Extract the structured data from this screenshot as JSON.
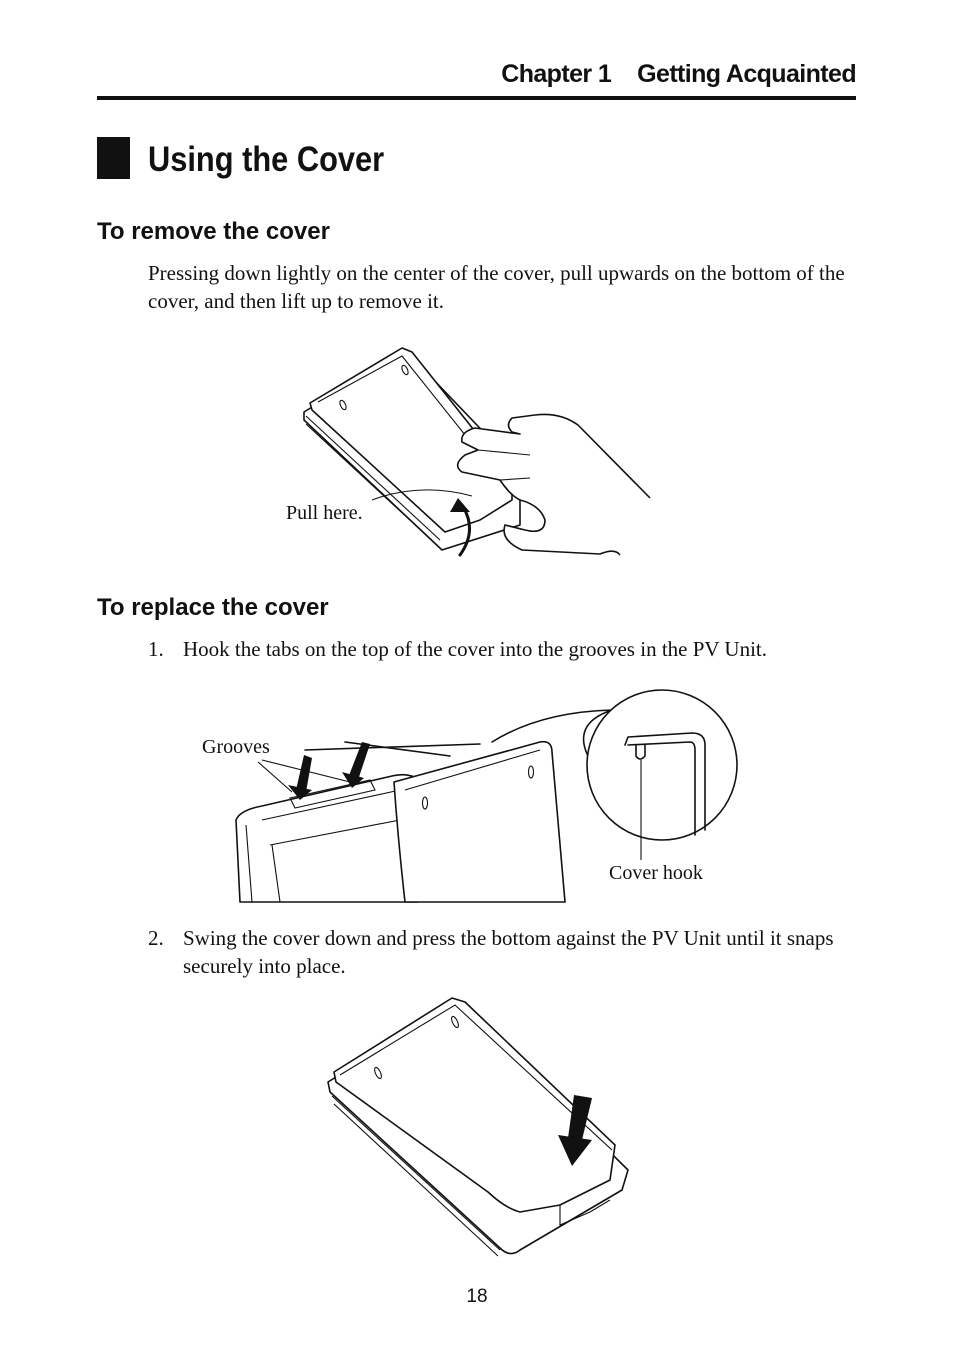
{
  "header": {
    "chapter_label": "Chapter 1",
    "chapter_title": "Getting Acquainted"
  },
  "section": {
    "title": "Using the Cover"
  },
  "remove": {
    "heading": "To remove the cover",
    "instruction": "Pressing down lightly on the center of the cover, pull upwards on the bottom of the cover, and then lift up to remove it.",
    "figure_label": "Pull here."
  },
  "replace": {
    "heading": "To replace the cover",
    "steps": [
      {
        "number": "1.",
        "text": "Hook the tabs on the top of the cover into the grooves in the PV Unit."
      },
      {
        "number": "2.",
        "text": "Swing the cover down and press the bottom against the PV Unit until it snaps securely into place."
      }
    ],
    "figure_labels": {
      "grooves": "Grooves",
      "cover_hook": "Cover hook"
    }
  },
  "footer": {
    "page_number": "18"
  }
}
